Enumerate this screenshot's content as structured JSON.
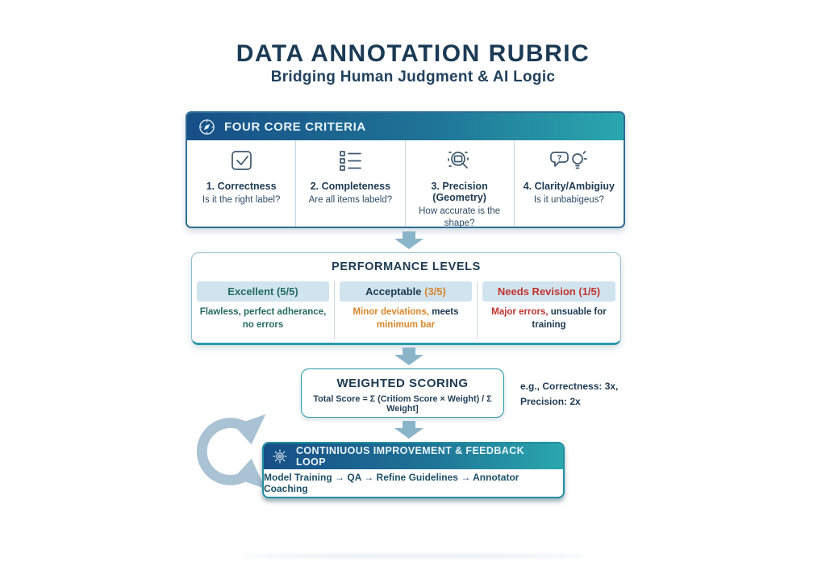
{
  "title": {
    "main": "DATA ANNOTATION RUBRIC",
    "subtitle": "Bridging Human Judgment & AI Logic"
  },
  "colors": {
    "navy": "#1d3a52",
    "header_gradient_start": "#174f87",
    "header_gradient_end": "#2aa7ae",
    "band_blue": "#cfe4ef",
    "excellent_green": "#256b62",
    "warning_orange": "#d8862c",
    "error_red": "#c2332e",
    "arrow_blue": "#8ab4c8",
    "cycle_arrow_blue": "#a9c2d4",
    "teal_border": "#2a9aa8"
  },
  "criteria_box": {
    "header_icon": "compass-icon",
    "header_label": "FOUR CORE CRITERIA",
    "items": [
      {
        "icon": "checkbox-icon",
        "title": "1. Correctness",
        "desc": "Is it the right label?"
      },
      {
        "icon": "checklist-icon",
        "title": "2. Completeness",
        "desc": "Are all items labeld?"
      },
      {
        "icon": "magnifier-icon",
        "title": "3. Precision (Geometry)",
        "desc": "How accurate is the shape?"
      },
      {
        "icon": "question-bulb-icon",
        "title": "4. Clarity/Ambigiuy",
        "desc": "Is it unbabigeus?"
      }
    ]
  },
  "performance_box": {
    "title": "PERFORMANCE LEVELS",
    "levels": [
      {
        "name_parts": [
          {
            "text": "Excellent (5/5)"
          }
        ],
        "desc_parts": [
          {
            "text": "Flawless, perfect adherance, no errors"
          }
        ]
      },
      {
        "name_parts": [
          {
            "text": "Acceptable "
          },
          {
            "text": "(3/5)"
          }
        ],
        "desc_parts": [
          {
            "text": "Minor deviations,"
          },
          {
            "text": " meets "
          },
          {
            "text": "minimum bar"
          }
        ]
      },
      {
        "name_parts": [
          {
            "text": "Needs Revision (1/5)"
          }
        ],
        "desc_parts": [
          {
            "text": "Major errors,"
          },
          {
            "text": " unsuable for training"
          }
        ]
      }
    ]
  },
  "scoring_box": {
    "title": "WEIGHTED SCORING",
    "formula": "Total Score = Σ (Critiom Score × Weight) / Σ Weight]",
    "note_line1": "e.g., Correctness: 3x,",
    "note_line2": "Precision: 2x"
  },
  "feedback_box": {
    "header_icon": "gear-icon",
    "header_label": "CONTINIUOUS IMPROVEMENT & FEEDBACK LOOP",
    "body": "Model Training → QA → Refine Guidelines → Annotator Coaching",
    "cycle_icon": "cycle-arrows-icon"
  }
}
